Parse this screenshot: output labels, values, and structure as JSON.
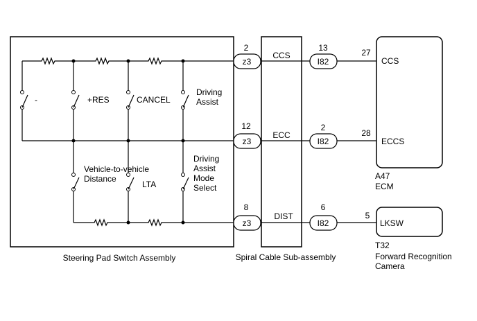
{
  "components": {
    "steering_pad": {
      "label": "Steering Pad Switch Assembly"
    },
    "spiral_cable": {
      "label": "Spiral Cable Sub-assembly"
    },
    "ecm": {
      "code": "A47",
      "label": "ECM"
    },
    "camera": {
      "code": "T32",
      "label_line1": "Forward Recognition",
      "label_line2": "Camera"
    }
  },
  "switches": {
    "minus": "-",
    "res": "+RES",
    "cancel": "CANCEL",
    "driving_assist": [
      "Driving",
      "Assist"
    ],
    "v2v_distance": [
      "Vehicle-to-vehicle",
      "Distance"
    ],
    "lta": "LTA",
    "driving_assist_mode": [
      "Driving",
      "Assist",
      "Mode",
      "Select"
    ]
  },
  "lines": [
    {
      "z3_pin": "2",
      "signal": "CCS",
      "i82_pin": "13",
      "end_pin": "27",
      "end_signal": "CCS"
    },
    {
      "z3_pin": "12",
      "signal": "ECC",
      "i82_pin": "2",
      "end_pin": "28",
      "end_signal": "ECCS"
    },
    {
      "z3_pin": "8",
      "signal": "DIST",
      "i82_pin": "6",
      "end_pin": "5",
      "end_signal": "LKSW"
    }
  ],
  "connectors": {
    "z3": "z3",
    "i82": "I82"
  }
}
